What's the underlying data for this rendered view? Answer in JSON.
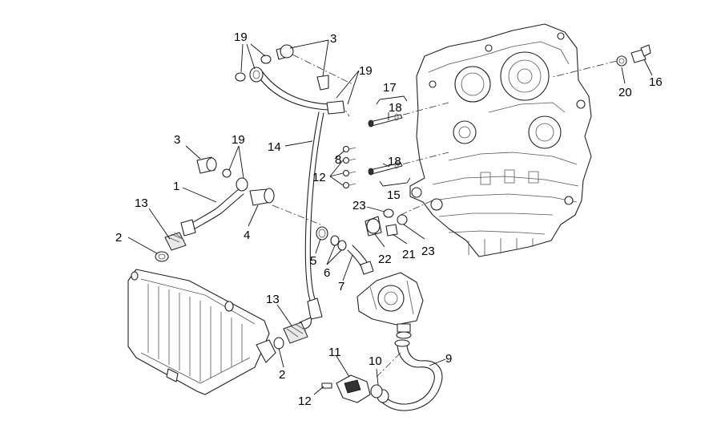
{
  "diagram": {
    "labels": [
      {
        "id": "l19a",
        "text": "19"
      },
      {
        "id": "l3a",
        "text": "3"
      },
      {
        "id": "l19b",
        "text": "19"
      },
      {
        "id": "l17",
        "text": "17"
      },
      {
        "id": "l18a",
        "text": "18"
      },
      {
        "id": "l16",
        "text": "16"
      },
      {
        "id": "l20",
        "text": "20"
      },
      {
        "id": "l14",
        "text": "14"
      },
      {
        "id": "l3b",
        "text": "3"
      },
      {
        "id": "l19c",
        "text": "19"
      },
      {
        "id": "l8",
        "text": "8"
      },
      {
        "id": "l12a",
        "text": "12"
      },
      {
        "id": "l18b",
        "text": "18"
      },
      {
        "id": "l15",
        "text": "15"
      },
      {
        "id": "l1",
        "text": "1"
      },
      {
        "id": "l13a",
        "text": "13"
      },
      {
        "id": "l4",
        "text": "4"
      },
      {
        "id": "l23a",
        "text": "23"
      },
      {
        "id": "l2a",
        "text": "2"
      },
      {
        "id": "l5",
        "text": "5"
      },
      {
        "id": "l6",
        "text": "6"
      },
      {
        "id": "l22",
        "text": "22"
      },
      {
        "id": "l21",
        "text": "21"
      },
      {
        "id": "l23b",
        "text": "23"
      },
      {
        "id": "l7",
        "text": "7"
      },
      {
        "id": "l13b",
        "text": "13"
      },
      {
        "id": "l9",
        "text": "9"
      },
      {
        "id": "l11",
        "text": "11"
      },
      {
        "id": "l10",
        "text": "10"
      },
      {
        "id": "l2b",
        "text": "2"
      },
      {
        "id": "l12b",
        "text": "12"
      }
    ]
  }
}
